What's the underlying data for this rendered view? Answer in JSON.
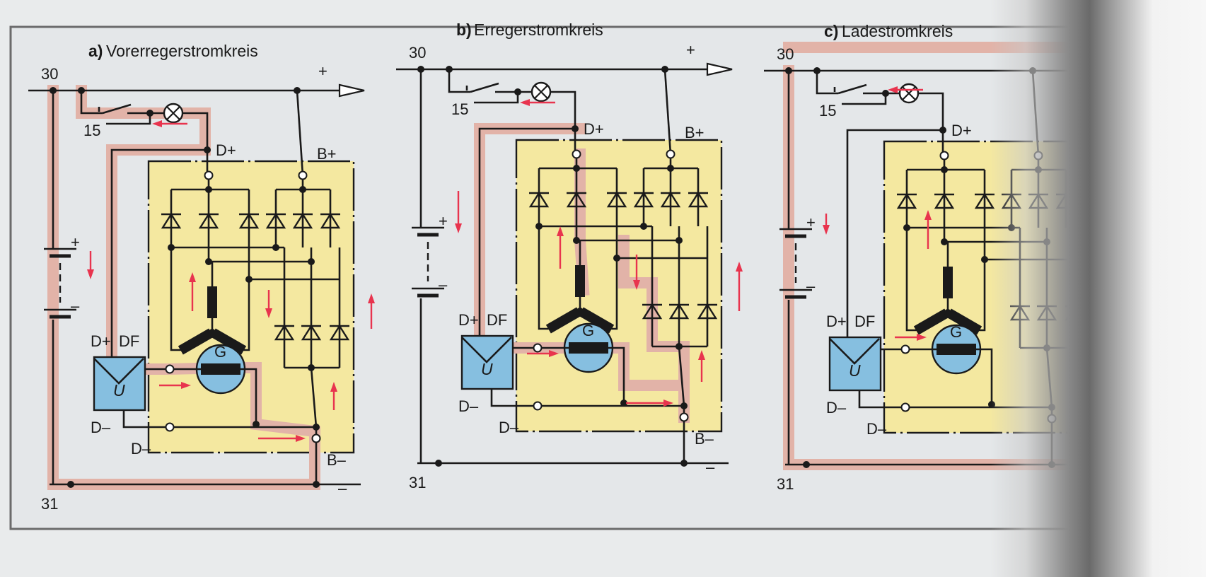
{
  "colors": {
    "background": "#e9ebec",
    "module_fill": "#f4e8a0",
    "component_blue": "#86bfe0",
    "current_path": "#e2b3a8",
    "arrow": "#e8344e",
    "wire": "#1a1a1a"
  },
  "panels": [
    {
      "title_prefix": "a)",
      "title": "Vorerregerstromkreis",
      "t30": "30",
      "t15": "15",
      "t31": "31",
      "plus": "+",
      "minus": "–",
      "dplus": "D+",
      "bplus": "B+",
      "bminus": "B–",
      "reg_dplus": "D+",
      "reg_df": "DF",
      "reg_u": "U",
      "gen_g": "G",
      "dminus": "D–",
      "dminus2": "D–",
      "batt_plus": "+",
      "batt_minus": "–"
    },
    {
      "title_prefix": "b)",
      "title": "Erregerstromkreis",
      "t30": "30",
      "t15": "15",
      "t31": "31",
      "plus": "+",
      "minus": "–",
      "dplus": "D+",
      "bplus": "B+",
      "bminus": "B–",
      "reg_dplus": "D+",
      "reg_df": "DF",
      "reg_u": "U",
      "gen_g": "G",
      "dminus": "D–",
      "dminus2": "D–",
      "batt_plus": "+",
      "batt_minus": "–"
    },
    {
      "title_prefix": "c)",
      "title": "Ladestromkreis",
      "t30": "30",
      "t15": "15",
      "t31": "31",
      "dplus": "D+",
      "reg_dplus": "D+",
      "reg_df": "DF",
      "reg_u": "U",
      "gen_g": "G",
      "dminus": "D–",
      "dminus2": "D–",
      "batt_plus": "+",
      "batt_minus": "–"
    }
  ]
}
